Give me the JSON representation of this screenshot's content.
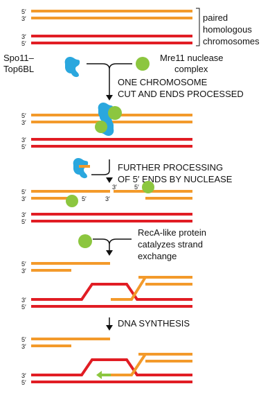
{
  "colors": {
    "orange": "#f39a2b",
    "red": "#e11d24",
    "blue": "#2aa7de",
    "green": "#8cc63f",
    "dark_green": "#5aa02c",
    "black": "#111111"
  },
  "labels": {
    "paired_homologous": [
      "paired",
      "homologous",
      "chromosomes"
    ],
    "spo11": [
      "Spo11–",
      "Top6BL"
    ],
    "mre11": [
      "Mre11 nuclease",
      "complex"
    ],
    "step1": [
      "ONE CHROMOSOME",
      "CUT AND ENDS PROCESSED"
    ],
    "step2": [
      "FURTHER PROCESSING",
      "OF 5′ ENDS BY NUCLEASE"
    ],
    "step3": [
      "RecA-like protein",
      "catalyzes strand",
      "exchange"
    ],
    "step4": "DNA SYNTHESIS"
  },
  "strand_ends": {
    "five": "5′",
    "three": "3′"
  }
}
